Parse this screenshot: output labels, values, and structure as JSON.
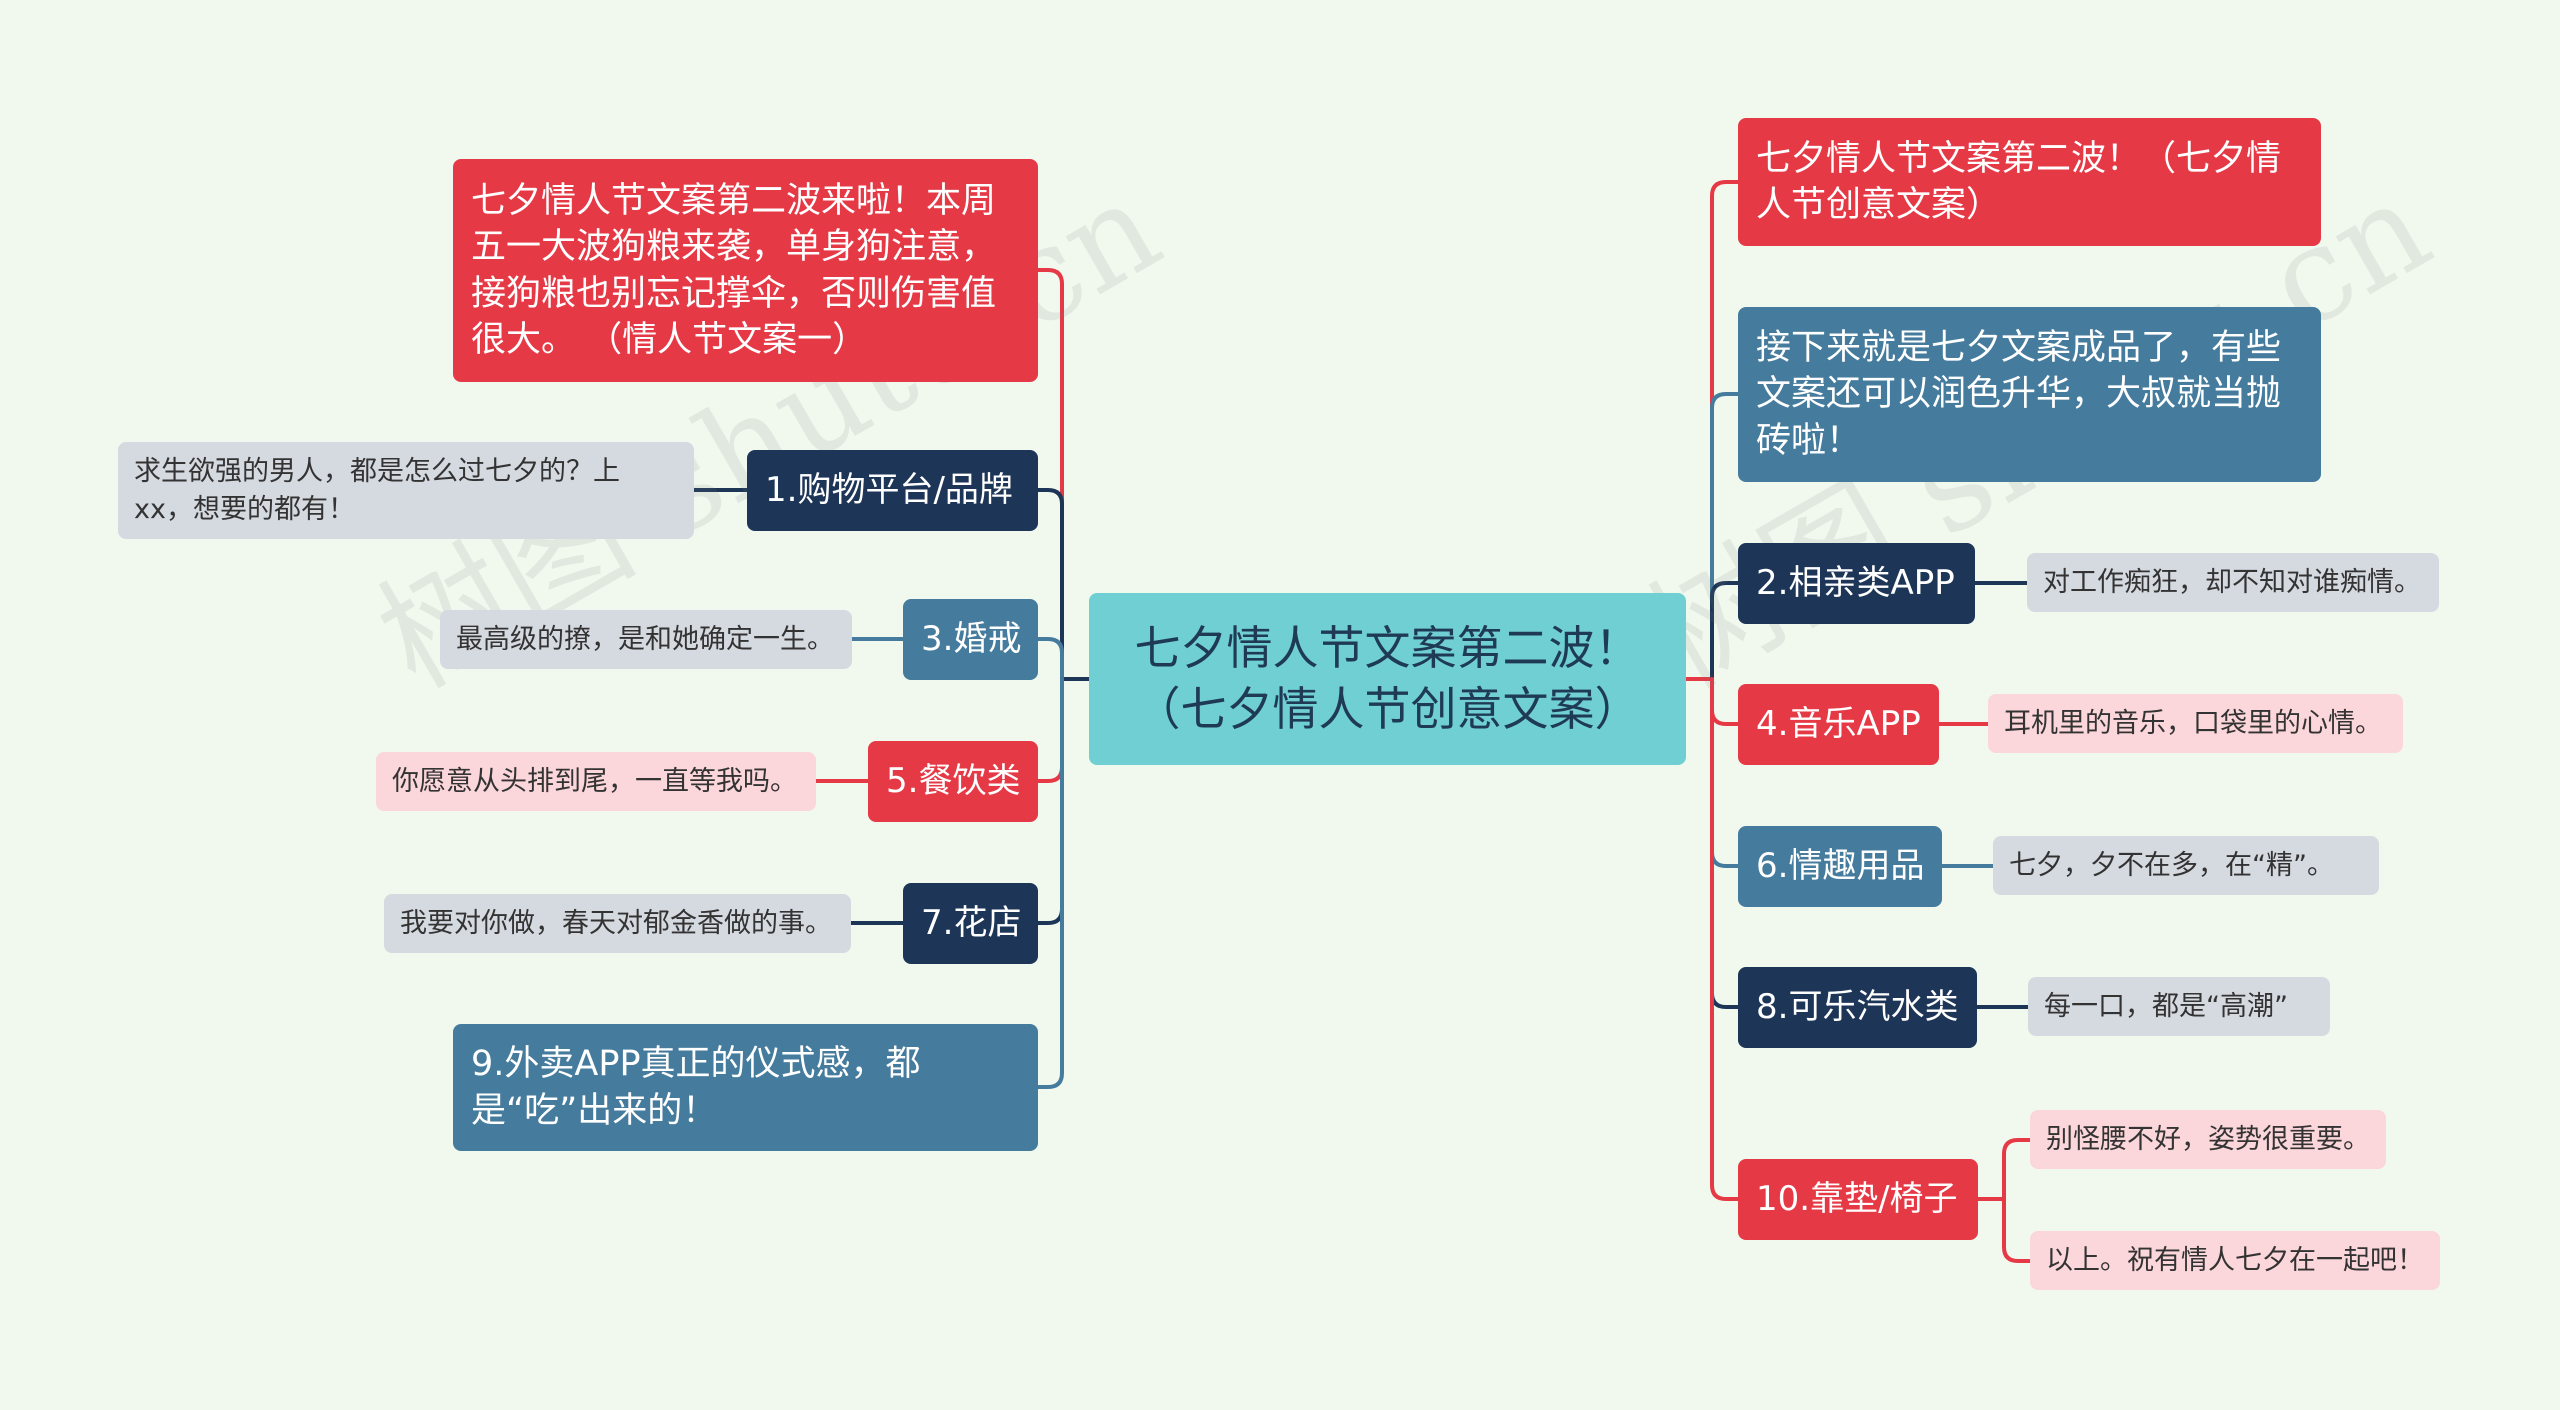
{
  "watermark": "树图 shutu.cn",
  "colors": {
    "background": "#f1f9ef",
    "root": "#6fcfd2",
    "red": "#e63946",
    "navy": "#1d3557",
    "steel": "#457b9d",
    "grey_leaf": "#d5d9e0",
    "pink_leaf": "#fbd6da"
  },
  "root": {
    "text": "七夕情人节文案第二波！（七夕情人节创意文案）"
  },
  "left": [
    {
      "text": "七夕情人节文案第二波来啦！本周五一大波狗粮来袭，单身狗注意，接狗粮也别忘记撑伞，否则伤害值很大。 （情人节文案一）"
    },
    {
      "text": "1.购物平台/品牌",
      "child": "求生欲强的男人，都是怎么过七夕的？上xx，想要的都有！"
    },
    {
      "text": "3.婚戒",
      "child": "最高级的撩，是和她确定一生。"
    },
    {
      "text": "5.餐饮类",
      "child": "你愿意从头排到尾，一直等我吗。"
    },
    {
      "text": "7.花店",
      "child": "我要对你做，春天对郁金香做的事。"
    },
    {
      "text": "9.外卖APP真正的仪式感，都是“吃”出来的！"
    }
  ],
  "right": [
    {
      "text": "七夕情人节文案第二波！（七夕情人节创意文案）"
    },
    {
      "text": "接下来就是七夕文案成品了，有些文案还可以润色升华，大叔就当抛砖啦！"
    },
    {
      "text": "2.相亲类APP",
      "child": "对工作痴狂，却不知对谁痴情。"
    },
    {
      "text": "4.音乐APP",
      "child": "耳机里的音乐，口袋里的心情。"
    },
    {
      "text": "6.情趣用品",
      "child": "七夕，夕不在多，在“精”。"
    },
    {
      "text": "8.可乐汽水类",
      "child": "每一口，都是“高潮”"
    },
    {
      "text": "10.靠垫/椅子",
      "children": [
        "别怪腰不好，姿势很重要。",
        "以上。祝有情人七夕在一起吧！"
      ]
    }
  ]
}
